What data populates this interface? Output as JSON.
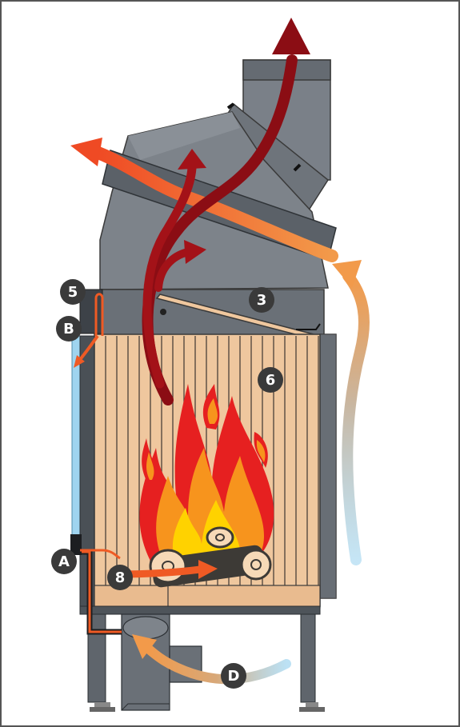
{
  "labels": {
    "five": "5",
    "b": "B",
    "three": "3",
    "six": "6",
    "a": "A",
    "eight": "8",
    "d": "D"
  },
  "colors": {
    "badge": "#3a3a3a",
    "metal_dark": "#555a60",
    "metal_mid": "#7a8088",
    "metal_light": "#a9aeb4",
    "firebox_tan": "#efc79e",
    "glass_blue": "#9fd4ef",
    "flue_red": "#8b0d14",
    "hot_orange": "#ef5a24",
    "air_orange": "#f29a4a",
    "air_blue": "#9fd4ef",
    "flame_red": "#e62020",
    "flame_orange": "#f7941d",
    "flame_yellow": "#ffd200",
    "log_wood": "#f6d9b7"
  }
}
